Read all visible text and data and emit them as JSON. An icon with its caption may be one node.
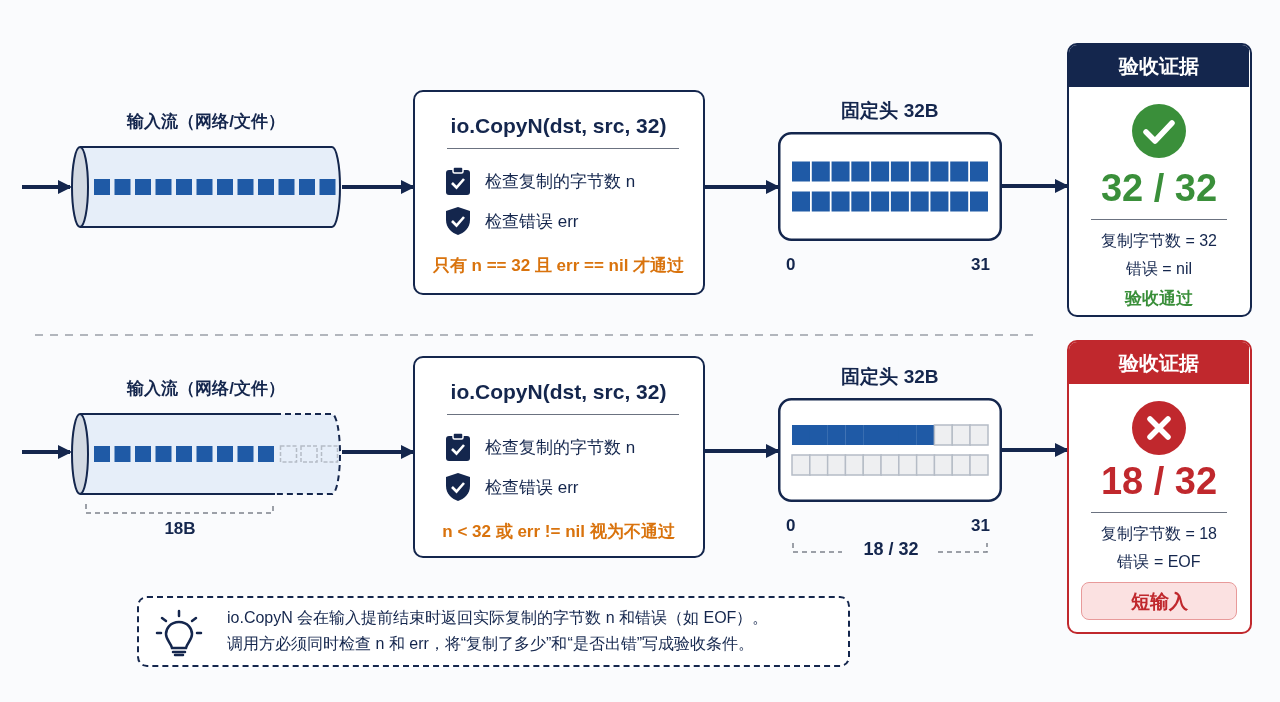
{
  "diagram": {
    "nodes": [
      {
        "text": [
          "输入流（网络/文件）"
        ]
      },
      {
        "text": [
          "io.CopyN(dst, src, 32)",
          "检查复制的字节数 n",
          "检查错误 err",
          "只有 n == 32 且 err == nil 才通过"
        ]
      },
      {
        "text": [
          "固定头 32B"
        ],
        "beside": [
          "0",
          "31"
        ]
      },
      {
        "text": [
          "验收证据",
          "32 / 32",
          "复制字节数 = 32",
          "错误 = nil",
          "验收通过"
        ]
      },
      {
        "text": [
          "输入流（网络/文件）"
        ],
        "beside": [
          "18B"
        ]
      },
      {
        "text": [
          "io.CopyN(dst, src, 32)",
          "检查复制的字节数 n",
          "检查错误 err",
          "n < 32 或 err != nil 视为不通过"
        ]
      },
      {
        "text": [
          "固定头 32B"
        ],
        "beside": [
          "0",
          "31",
          "18 / 32"
        ]
      },
      {
        "text": [
          "验收证据",
          "18 / 32",
          "复制字节数 = 18",
          "错误 = EOF",
          "短输入"
        ]
      },
      {
        "text": [
          "io.CopyN 会在输入提前结束时返回实际复制的字节数 n 和错误（如 EOF）。",
          "调用方必须同时检查 n 和 err，将“复制了多少”和“是否出错”写成验收条件。"
        ]
      }
    ],
    "edges": [
      {
        "from": null,
        "to": 0,
        "arrow": "to"
      },
      {
        "from": 0,
        "to": 1,
        "arrow": "to"
      },
      {
        "from": 1,
        "to": 2,
        "arrow": "to"
      },
      {
        "from": 2,
        "to": 3,
        "arrow": "to"
      },
      {
        "from": null,
        "to": 4,
        "arrow": "to"
      },
      {
        "from": 4,
        "to": 5,
        "arrow": "to"
      },
      {
        "from": 5,
        "to": 6,
        "arrow": "to"
      },
      {
        "from": 6,
        "to": 7,
        "arrow": "to"
      }
    ]
  }
}
